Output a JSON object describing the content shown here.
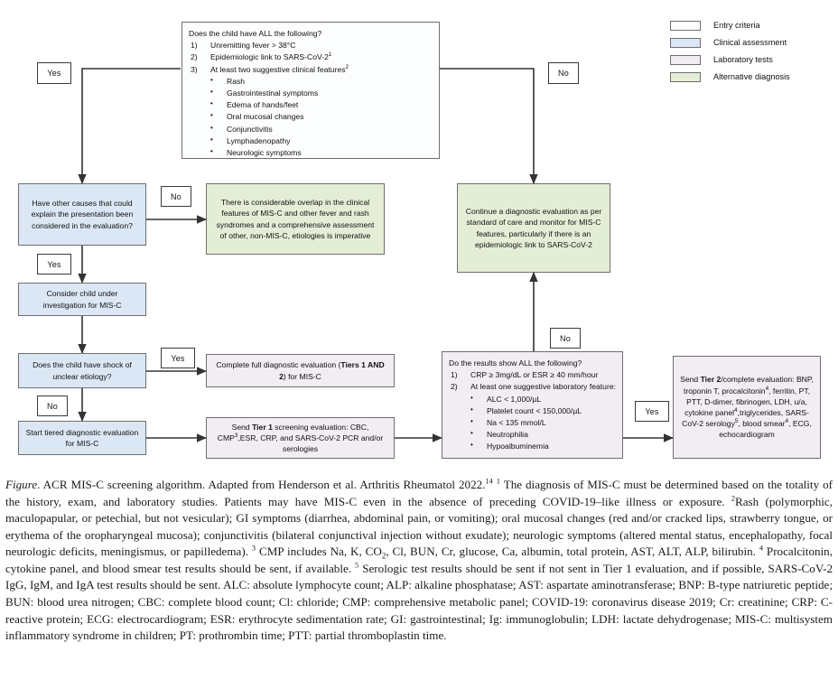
{
  "legend": {
    "items": [
      {
        "label": "Entry criteria",
        "color": "#fbfdfe"
      },
      {
        "label": "Clinical assessment",
        "color": "#dbe7f4"
      },
      {
        "label": "Laboratory tests",
        "color": "#f2ecf3"
      },
      {
        "label": "Alternative diagnosis",
        "color": "#e4eed6"
      }
    ]
  },
  "nodes": {
    "entry": {
      "question": "Does the child have ALL the following?",
      "items": [
        {
          "num": "1)",
          "text": "Unremitting fever > 38°C"
        },
        {
          "num": "2)",
          "text": "Epidemiologic link to SARS-CoV-2",
          "sup": "1"
        },
        {
          "num": "3)",
          "text": "At least two suggestive clinical features",
          "sup": "2"
        }
      ],
      "bullets": [
        "Rash",
        "Gastrointestinal symptoms",
        "Edema of hands/feet",
        "Oral mucosal changes",
        "Conjunctivitis",
        "Lymphadenopathy",
        "Neurologic symptoms"
      ]
    },
    "other_causes": "Have other causes that could explain the presentation been considered in the evaluation?",
    "overlap": "There is considerable overlap in the clinical features of MIS-C and other fever and rash syndromes and a comprehensive assessment of other, non-MIS-C, etiologies is imperative",
    "continue_eval": "Continue a diagnostic evaluation as per standard of care and monitor for MIS-C features, particularly if there is an epidemiologic link to SARS-CoV-2",
    "consider_child": "Consider child under investigation for MIS-C",
    "shock": "Does the child have shock of unclear etiology?",
    "complete_full": {
      "pre": "Complete full diagnostic evaluation (",
      "bold": "Tiers 1 AND 2",
      "post": ") for MIS-C"
    },
    "start_tiered": "Start tiered diagnostic evaluation for MIS-C",
    "tier1": {
      "pre": "Send ",
      "bold": "Tier 1",
      "post": " screening evaluation: CBC, CMP",
      "sup": "3",
      "post2": ",ESR, CRP, and SARS-CoV-2 PCR and/or serologies"
    },
    "results": {
      "question": "Do the results show ALL the following?",
      "items": [
        {
          "num": "1)",
          "text": "CRP ≥ 3mg/dL or ESR ≥ 40 mm/hour"
        },
        {
          "num": "2)",
          "text": "At least one suggestive laboratory feature:"
        }
      ],
      "bullets": [
        "ALC < 1,000/µL",
        "Platelet count < 150,000/µL",
        "Na < 135 mmol/L",
        "Neutrophilia",
        "Hypoalbuminemia"
      ]
    },
    "tier2": {
      "pre": "Send ",
      "bold": "Tier 2",
      "post": "/complete evaluation: BNP, troponin T, procalcitonin",
      "sup1": "4",
      "p2": ", ferritin, PT, PTT, D-dimer, fibrinogen, LDH, u/a, cytokine panel",
      "sup2": "4",
      "p3": ",triglycerides, SARS-CoV-2 serology",
      "sup3": "5",
      "p4": ", blood smear",
      "sup4": "4",
      "p5": ", ECG, echocardiogram"
    }
  },
  "branch_labels": {
    "entry_yes": "Yes",
    "entry_no": "No",
    "other_causes_no": "No",
    "other_causes_yes": "Yes",
    "shock_yes": "Yes",
    "shock_no": "No",
    "results_no": "No",
    "results_yes": "Yes"
  },
  "caption": {
    "figure_word": "Figure",
    "p1_a": ". ACR MIS-C screening algorithm. Adapted from Henderson et al. Arthritis Rheumatol 2022.",
    "ref14": "14",
    "sup1": "1",
    "p1_b": " The diagnosis of MIS-C must be determined based on the totality of the history, exam, and laboratory studies. Patients may have MIS-C even in the absence of preceding COVID-19–like illness or exposure. ",
    "sup2": "2",
    "p2": "Rash (polymorphic, maculopapular, or petechial, but not vesicular); GI symptoms (diarrhea, abdominal pain, or vomiting); oral mucosal changes (red and/or cracked lips, strawberry tongue, or erythema of the oropharyngeal mucosa); conjunctivitis (bilateral conjunctival injection without exudate); neurologic symptoms (altered mental status, encephalopathy, focal neurologic deficits, meningismus, or papilledema). ",
    "sup3": "3",
    "p3_a": " CMP includes Na, K, CO",
    "co2sub": "2",
    "p3_b": ", Cl, BUN, Cr, glucose, Ca, albumin, total protein, AST, ALT, ALP, bilirubin. ",
    "sup4": "4",
    "p4": " Procalcitonin, cytokine panel, and blood smear test results should be sent, if available. ",
    "sup5": "5",
    "p5": " Serologic test results should be sent if not sent in Tier 1 evaluation, and if possible, SARS-CoV-2 IgG, IgM, and IgA test results should be sent. ",
    "abbrev": "ALC: absolute lymphocyte count; ALP: alkaline phosphatase; AST: aspartate aminotransferase; BNP: B-type natriuretic peptide; BUN: blood urea nitrogen; CBC: complete blood count; Cl: chloride; CMP: comprehensive metabolic panel; COVID-19: coronavirus disease 2019; Cr: creatinine; CRP: C-reactive protein; ECG: electrocardiogram; ESR: erythrocyte sedimentation rate; GI: gastrointestinal; Ig: immunoglobulin; LDH: lactate dehydrogenase; MIS-C: multisystem inflammatory syndrome in children; PT: prothrombin time; PTT: partial thromboplastin time."
  }
}
